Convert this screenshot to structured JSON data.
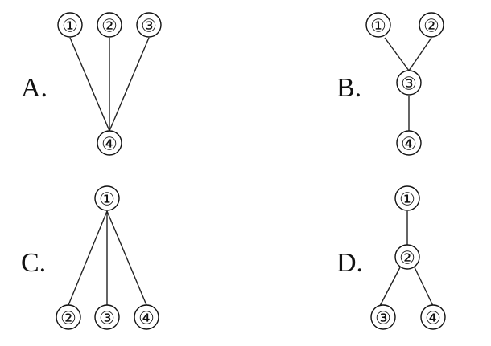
{
  "options": [
    {
      "letter": "A.",
      "nodes": [
        "①",
        "②",
        "③",
        "④"
      ],
      "edges": [
        [
          "①",
          "④"
        ],
        [
          "②",
          "④"
        ],
        [
          "③",
          "④"
        ]
      ]
    },
    {
      "letter": "B.",
      "nodes": [
        "①",
        "②",
        "③",
        "④"
      ],
      "edges": [
        [
          "①",
          "③"
        ],
        [
          "②",
          "③"
        ],
        [
          "③",
          "④"
        ]
      ]
    },
    {
      "letter": "C.",
      "nodes": [
        "①",
        "②",
        "③",
        "④"
      ],
      "edges": [
        [
          "①",
          "②"
        ],
        [
          "①",
          "③"
        ],
        [
          "①",
          "④"
        ]
      ]
    },
    {
      "letter": "D.",
      "nodes": [
        "①",
        "②",
        "③",
        "④"
      ],
      "edges": [
        [
          "①",
          "②"
        ],
        [
          "②",
          "③"
        ],
        [
          "②",
          "④"
        ]
      ]
    }
  ]
}
